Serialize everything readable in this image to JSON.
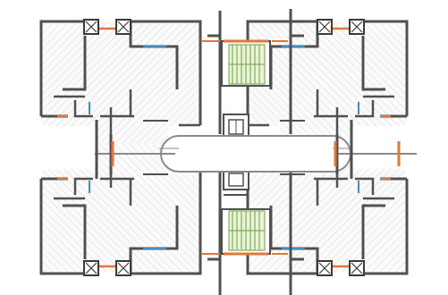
{
  "colors": {
    "background": "#ffffff",
    "wall": "#505050",
    "wall_light": "#8a8a8a",
    "hatch": "#d2d2d2",
    "room_fill": "#fbfbfb",
    "stair_fill": "#eaf3d8",
    "stair_line": "#6fa043",
    "door_orange": "#e4763a",
    "window_blue": "#3f8fc4",
    "column_dark": "#3a3a3a"
  },
  "icons": {
    "column": "boxed-cross-column",
    "stair": "stair-flight",
    "door": "door-opening-mark",
    "window": "window-mark"
  }
}
